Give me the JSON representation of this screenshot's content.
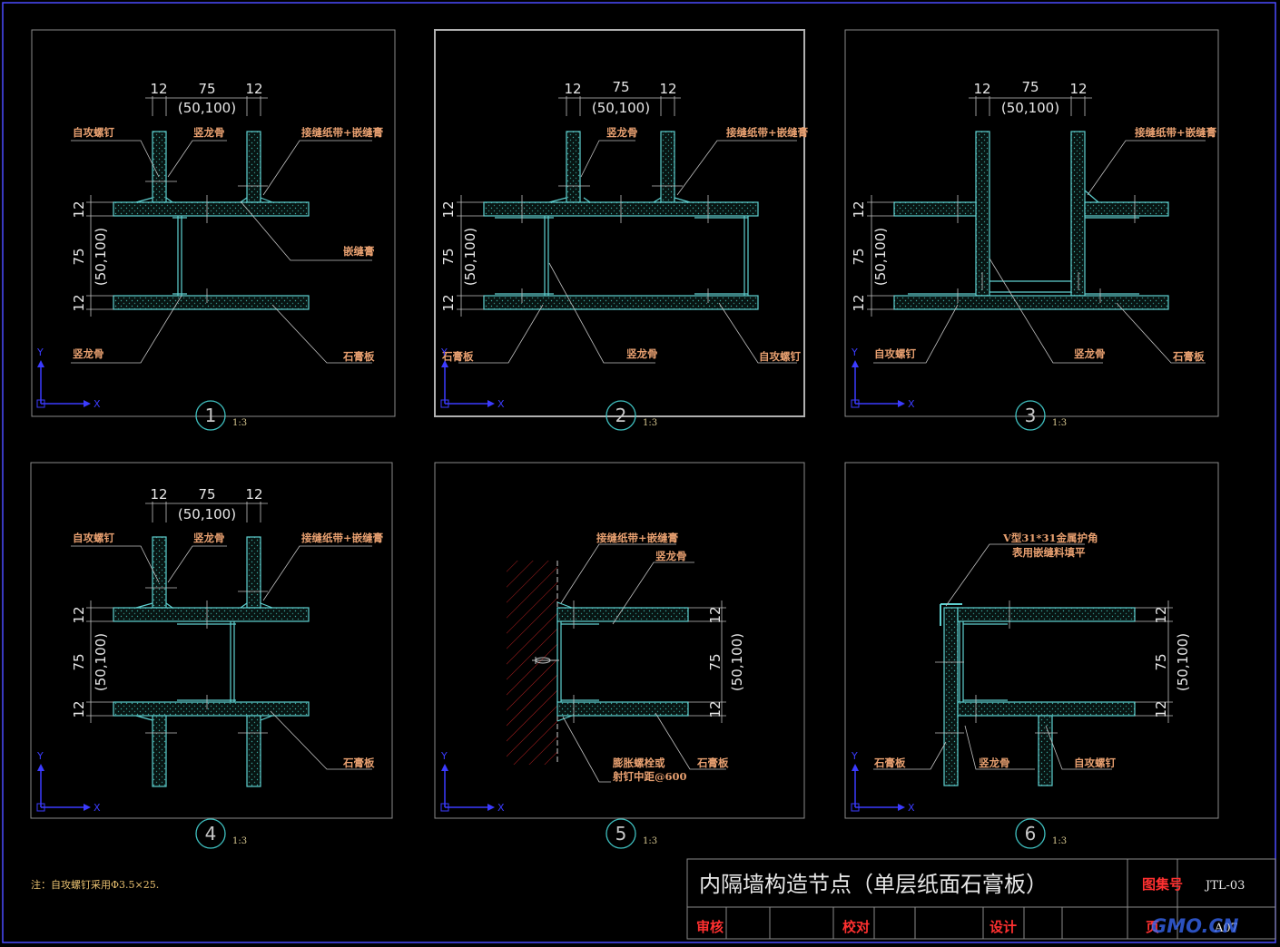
{
  "colors": {
    "background": "#000000",
    "frame": "#4a4aff",
    "board": "#5fd0d0",
    "leader": "#c0c0c0",
    "label": "#e8a070",
    "title_red": "#ff3030",
    "axis": "#3b3bff"
  },
  "dims": {
    "board": "12",
    "stud": "75",
    "alt": "(50,100)"
  },
  "labels": {
    "screw": "自攻螺钉",
    "stud": "竖龙骨",
    "tape": "接缝纸带+嵌缝膏",
    "tape5": "接缝纸带+嵌缝膏",
    "filler": "嵌缝膏",
    "board": "石膏板",
    "anchor1": "膨胀螺栓或",
    "anchor2": "射钉中距@600",
    "corner1": "V型31*31金属护角",
    "corner2": "表用嵌缝料填平"
  },
  "details": [
    {
      "number": "1",
      "scale": "1:3"
    },
    {
      "number": "2",
      "scale": "1:3"
    },
    {
      "number": "3",
      "scale": "1:3"
    },
    {
      "number": "4",
      "scale": "1:3"
    },
    {
      "number": "5",
      "scale": "1:3"
    },
    {
      "number": "6",
      "scale": "1:3"
    }
  ],
  "axis": {
    "x": "X",
    "y": "Y"
  },
  "note": "注：自攻螺钉采用Φ3.5×25.",
  "title_block": {
    "title": "内隔墙构造节点（单层纸面石膏板）",
    "atlas_label": "图集号",
    "atlas_value": "JTL-03",
    "review": "审核",
    "check": "校对",
    "design": "设计",
    "page_label": "页",
    "page_value": "A07"
  },
  "watermark": "GMO.CN"
}
